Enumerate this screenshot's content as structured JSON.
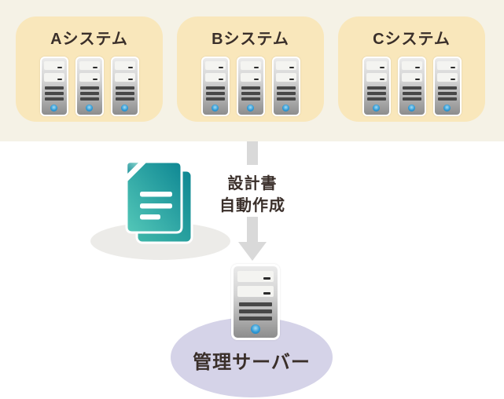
{
  "top_band": {
    "systems": [
      {
        "label": "Aシステム",
        "server_icon": "server-tower-icon",
        "server_count": 3
      },
      {
        "label": "Bシステム",
        "server_icon": "server-tower-icon",
        "server_count": 3
      },
      {
        "label": "Cシステム",
        "server_icon": "server-tower-icon",
        "server_count": 3
      }
    ]
  },
  "flow": {
    "label_line1": "設計書",
    "label_line2": "自動作成",
    "document_icon": "document-stack-icon",
    "arrow_icon": "arrow-down-icon"
  },
  "management": {
    "label": "管理サーバー",
    "server_icon": "server-tower-icon"
  },
  "colors": {
    "band-bg": "#f5f2e6",
    "box-bg": "#f9e7bb",
    "text-dark": "#3a2f2a",
    "arrow-gray": "#d9d9d9",
    "shadow-gray": "#ecebe8",
    "ellipse-lavender": "#d5d3e8",
    "led-blue": "#2f9ad6",
    "doc-teal-light": "#54c8b8",
    "doc-teal-dark": "#0e8793"
  }
}
